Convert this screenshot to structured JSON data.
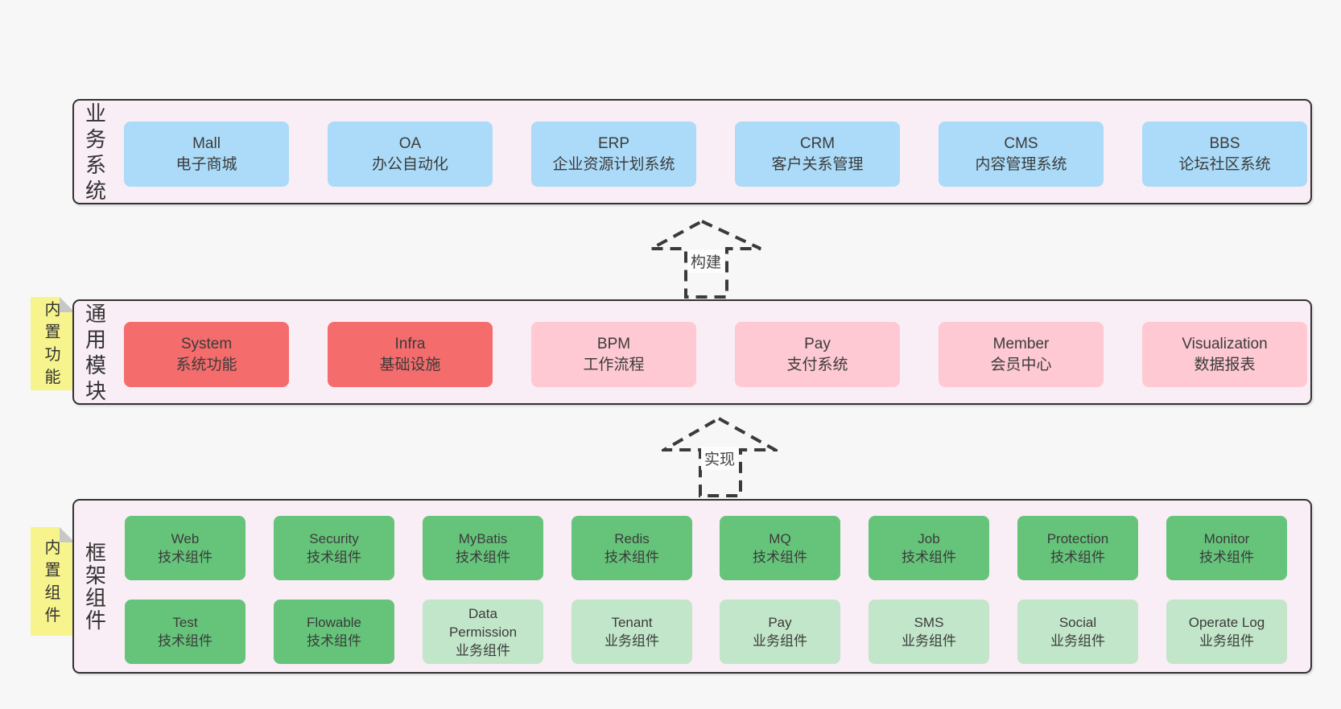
{
  "bands": {
    "business": {
      "label": "业务系统",
      "boxes": [
        {
          "name": "Mall",
          "desc": "电子商城"
        },
        {
          "name": "OA",
          "desc": "办公自动化"
        },
        {
          "name": "ERP",
          "desc": "企业资源计划系统"
        },
        {
          "name": "CRM",
          "desc": "客户关系管理"
        },
        {
          "name": "CMS",
          "desc": "内容管理系统"
        },
        {
          "name": "BBS",
          "desc": "论坛社区系统"
        }
      ]
    },
    "modules": {
      "label": "通用模块",
      "sticky_note": "内置功能",
      "boxes": [
        {
          "name": "System",
          "desc": "系统功能"
        },
        {
          "name": "Infra",
          "desc": "基础设施"
        },
        {
          "name": "BPM",
          "desc": "工作流程"
        },
        {
          "name": "Pay",
          "desc": "支付系统"
        },
        {
          "name": "Member",
          "desc": "会员中心"
        },
        {
          "name": "Visualization",
          "desc": "数据报表"
        }
      ]
    },
    "framework": {
      "label": "框架组件",
      "sticky_note": "内置组件",
      "rows": [
        [
          {
            "name": "Web",
            "desc": "技术组件"
          },
          {
            "name": "Security",
            "desc": "技术组件"
          },
          {
            "name": "MyBatis",
            "desc": "技术组件"
          },
          {
            "name": "Redis",
            "desc": "技术组件"
          },
          {
            "name": "MQ",
            "desc": "技术组件"
          },
          {
            "name": "Job",
            "desc": "技术组件"
          },
          {
            "name": "Protection",
            "desc": "技术组件"
          },
          {
            "name": "Monitor",
            "desc": "技术组件"
          }
        ],
        [
          {
            "name": "Test",
            "desc": "技术组件"
          },
          {
            "name": "Flowable",
            "desc": "技术组件"
          },
          {
            "name": "Data Permission",
            "desc": "业务组件"
          },
          {
            "name": "Tenant",
            "desc": "业务组件"
          },
          {
            "name": "Pay",
            "desc": "业务组件"
          },
          {
            "name": "SMS",
            "desc": "业务组件"
          },
          {
            "name": "Social",
            "desc": "业务组件"
          },
          {
            "name": "Operate Log",
            "desc": "业务组件"
          }
        ]
      ]
    }
  },
  "arrows": {
    "build_label": "构建",
    "implement_label": "实现"
  },
  "colors": {
    "page_bg": "#f7f7f7",
    "band_bg": "#f9edf6",
    "band_border": "#333333",
    "business_box": "#abdbf8",
    "core_module_box": "#f56c6c",
    "module_box": "#fec9d2",
    "tech_component_box": "#65c47a",
    "biz_component_box": "#c2e6c9",
    "sticky_note": "#f7f48d",
    "text": "#3b3b3b"
  }
}
